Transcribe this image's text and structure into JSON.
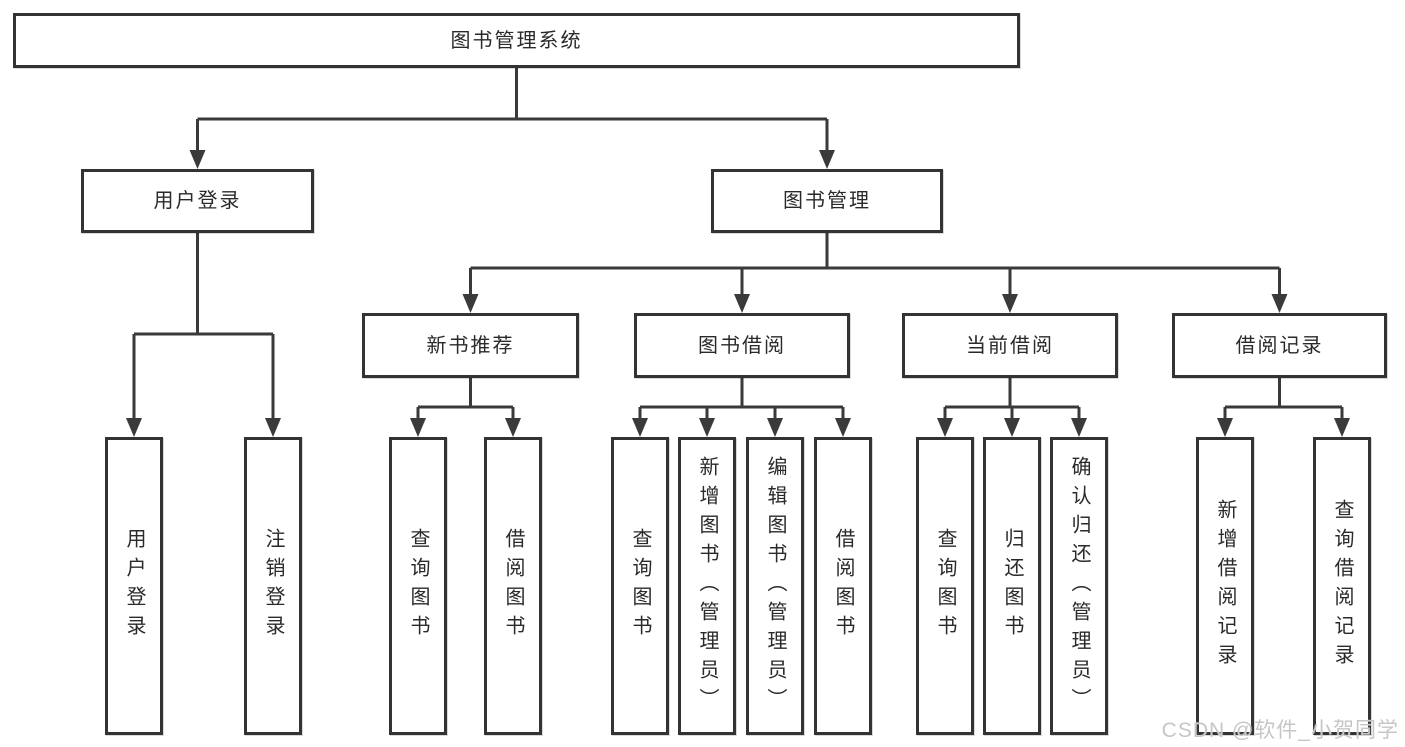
{
  "diagram": {
    "title": "图书管理系统",
    "nodes": {
      "root": {
        "label": "图书管理系统"
      },
      "user_login": {
        "label": "用户登录"
      },
      "book_mgmt": {
        "label": "图书管理"
      },
      "new_book_rec": {
        "label": "新书推荐"
      },
      "book_borrow": {
        "label": "图书借阅"
      },
      "current_borrow": {
        "label": "当前借阅"
      },
      "borrow_records": {
        "label": "借阅记录"
      },
      "login_v": {
        "label": "用户登录"
      },
      "logout_v": {
        "label": "注销登录"
      },
      "query_books_1": {
        "label": "查询图书"
      },
      "borrow_books_1": {
        "label": "借阅图书"
      },
      "query_books_2": {
        "label": "查询图书"
      },
      "add_books": {
        "label": "新增图书（管理员）"
      },
      "edit_books": {
        "label": "编辑图书（管理员）"
      },
      "borrow_books_2": {
        "label": "借阅图书"
      },
      "query_books_3": {
        "label": "查询图书"
      },
      "return_books": {
        "label": "归还图书"
      },
      "confirm_return": {
        "label": "确认归还（管理员）"
      },
      "add_borrow_record": {
        "label": "新增借阅记录"
      },
      "query_borrow_record": {
        "label": "查询借阅记录"
      }
    }
  },
  "watermark": {
    "text": "CSDN @软件_小贺同学"
  },
  "colors": {
    "line": "#3a3a3a",
    "box_border": "#333333",
    "watermark": "#c6c6c6",
    "background": "#ffffff"
  }
}
